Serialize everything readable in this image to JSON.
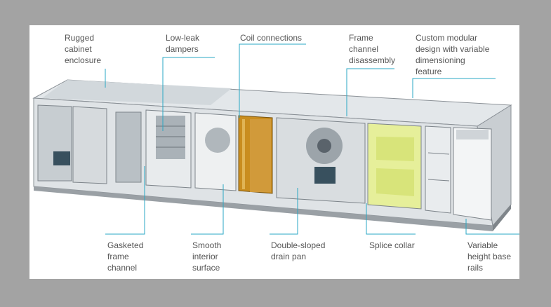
{
  "colors": {
    "background": "#a3a3a3",
    "panel": "#ffffff",
    "callout_line": "#2aa7c4",
    "label_text": "#555555",
    "coil": "#c98d1f",
    "media": "#e6ef9a"
  },
  "labels": {
    "rugged_cabinet": "Rugged\ncabinet\nenclosure",
    "low_leak_dampers": "Low-leak\ndampers",
    "coil_connections": "Coil connections",
    "frame_channel_disassembly": "Frame\nchannel\ndisassembly",
    "custom_modular": "Custom modular\ndesign with variable\ndimensioning\nfeature",
    "gasketed_frame": "Gasketed\nframe\nchannel",
    "smooth_interior": "Smooth\ninterior\nsurface",
    "double_sloped": "Double-sloped\ndrain pan",
    "splice_collar": "Splice collar",
    "variable_height": "Variable\nheight base\nrails"
  }
}
